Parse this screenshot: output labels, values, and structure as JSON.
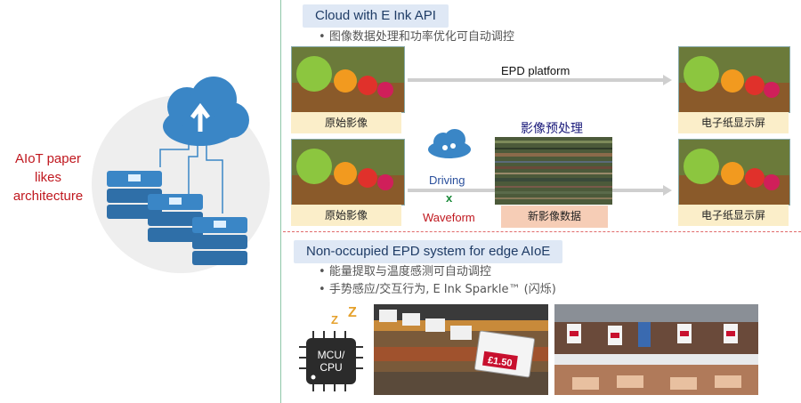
{
  "left": {
    "title_lines": [
      "AIoT paper",
      "likes",
      "architecture"
    ]
  },
  "cloud_section": {
    "title": "Cloud with E Ink API",
    "bullet": "图像数据处理和功率优化可自动调控",
    "original_label": "原始影像",
    "epd_platform": "EPD platform",
    "display_label": "电子纸显示屏",
    "preprocess_label": "影像预处理",
    "driving": "Driving",
    "x": "x",
    "waveform": "Waveform",
    "new_image_label": "新影像数据"
  },
  "edge_section": {
    "title": "Non-occupied EPD system for edge AIoE",
    "bullets": [
      "能量提取与温度感测可自动调控",
      "手势感应/交互行为, E Ink Sparkle™ (闪烁)"
    ],
    "chip_lines": [
      "MCU/",
      "CPU"
    ],
    "zz": [
      "Z",
      "Z"
    ],
    "shelf_tag_price": "£1.50"
  },
  "colors": {
    "accent_red": "#c0181f",
    "pill_bg": "#dfe8f5",
    "label_yellow": "#fbeec9",
    "label_orange": "#f6cdb6",
    "server_blue": "#3a86c6"
  }
}
